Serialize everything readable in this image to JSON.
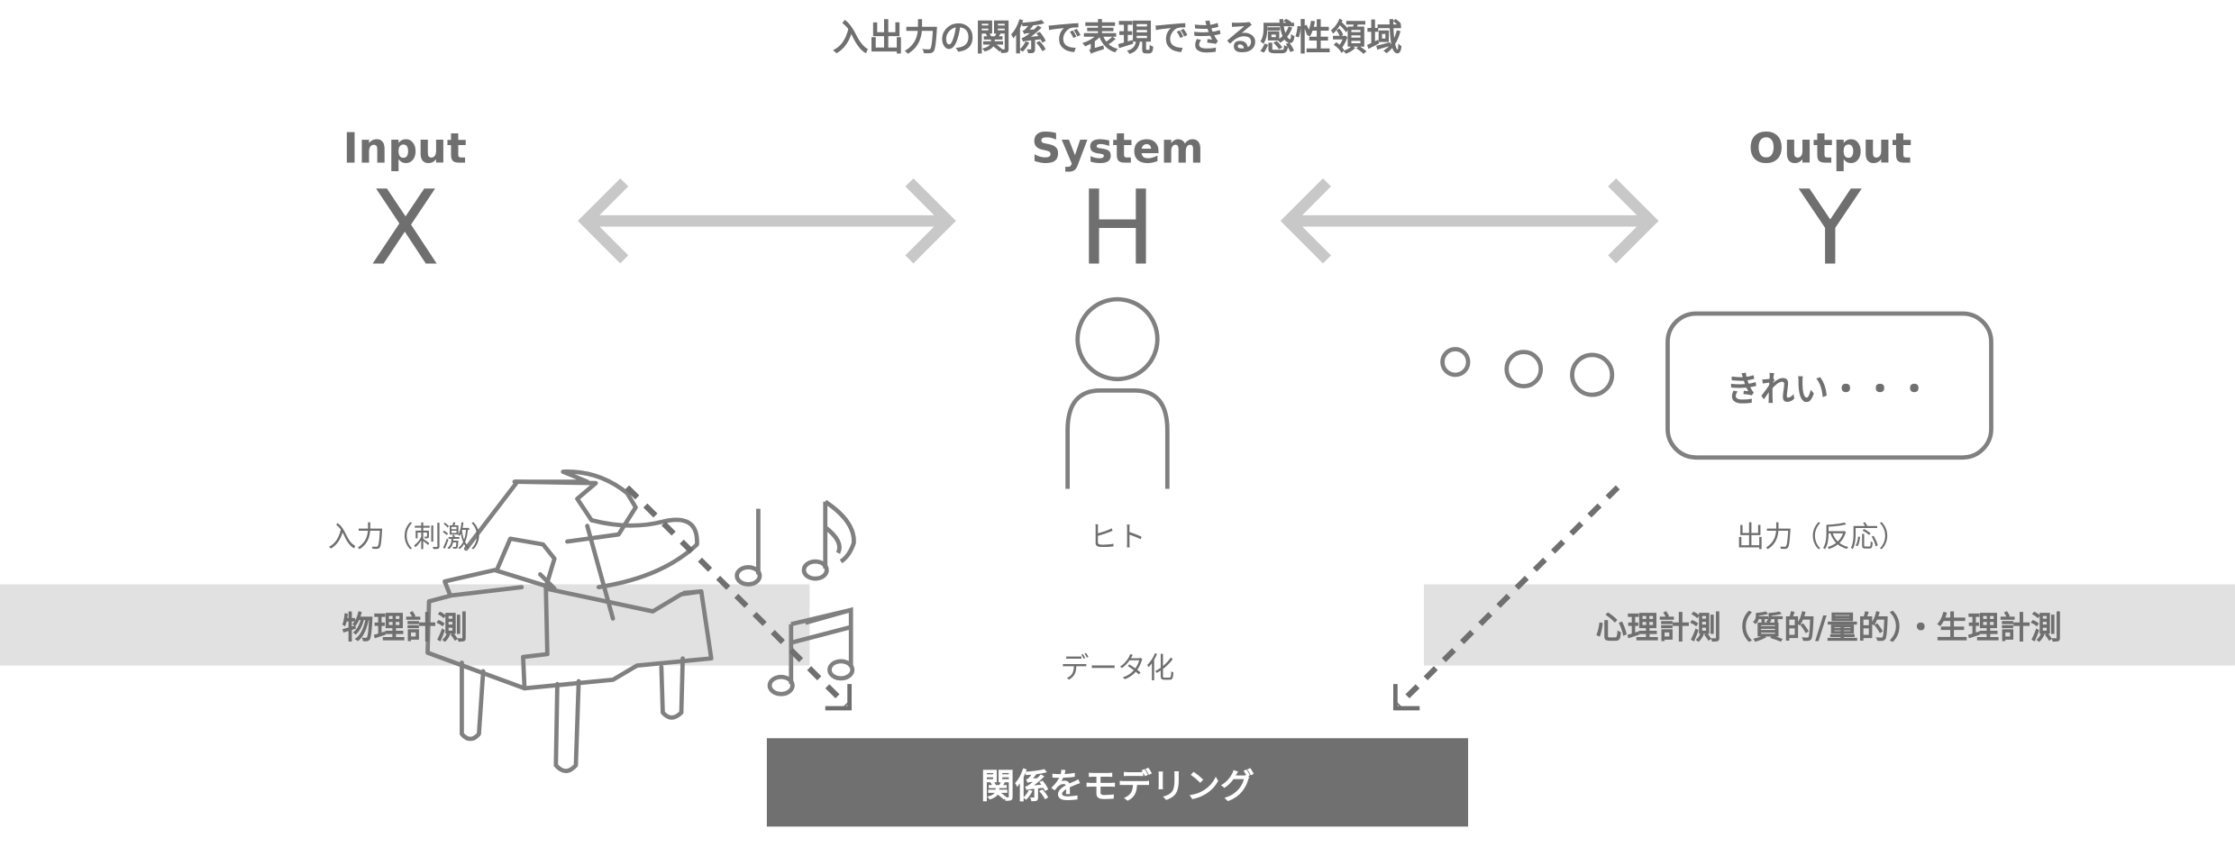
{
  "title": "入出力の関係で表現できる感性領域",
  "input": {
    "heading": "Input",
    "symbol": "X",
    "label": "入力（刺激）",
    "icon": "piano-icon"
  },
  "system": {
    "heading": "System",
    "symbol": "H",
    "label": "ヒト",
    "icon": "person-icon"
  },
  "output": {
    "heading": "Output",
    "symbol": "Y",
    "label": "出力（反応）",
    "bubble_text": "きれい・・・",
    "icon": "thought-bubble-icon"
  },
  "bands": {
    "left": "物理計測",
    "right": "心理計測（質的/量的）・生理計測"
  },
  "data_label": "データ化",
  "model_label": "関係をモデリング",
  "colors": {
    "text": "#6f6f6f",
    "arrow": "#c8c8c8",
    "band": "#e1e1e1",
    "model_box": "#707070"
  }
}
